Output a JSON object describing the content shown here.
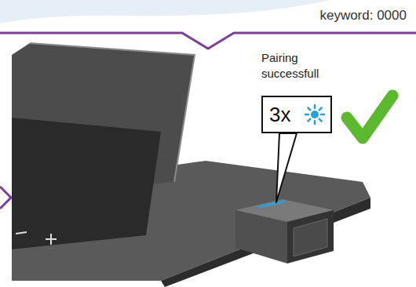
{
  "diagram": {
    "nodes": [
      {
        "text": [
          "Pairing successfull",
          "3x"
        ]
      }
    ],
    "labels": [
      "keyword: 0000"
    ]
  }
}
